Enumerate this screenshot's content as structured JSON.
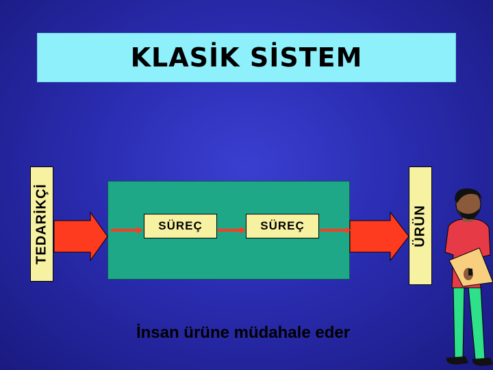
{
  "title": "KLASİK SİSTEM",
  "supplier_label": "TEDARİKÇİ",
  "product_label": "ÜRÜN",
  "steps": [
    {
      "label": "SÜREÇ"
    },
    {
      "label": "SÜREÇ"
    }
  ],
  "caption": "İnsan ürüne müdahale eder",
  "colors": {
    "background": "#2a2cb0",
    "title_box": "#8ef0fb",
    "label_fill": "#f7f2a2",
    "process_box": "#1fa888",
    "arrow": "#ff3b1f"
  },
  "figure": "person-holding-folder"
}
